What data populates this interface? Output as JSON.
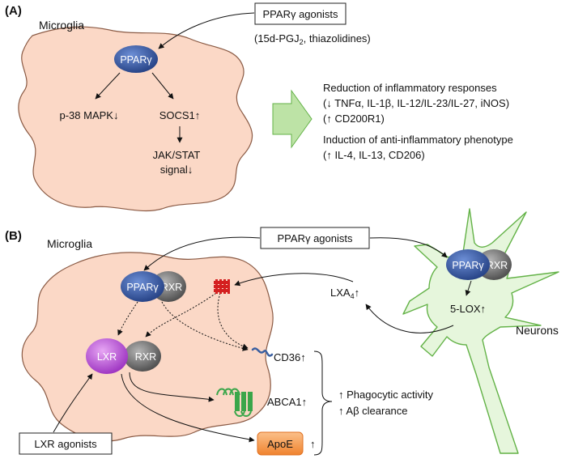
{
  "panel_a": {
    "label": "(A)",
    "cell_label": "Microglia",
    "receptor": "PPARγ",
    "agonist_box": "PPARγ agonists",
    "agonist_examples_pre": "(15d-PGJ",
    "agonist_examples_sub": "2",
    "agonist_examples_post": ", thiazolidines)",
    "left_target": "p-38 MAPK↓",
    "right_target": "SOCS1↑",
    "downstream_line1": "JAK/STAT",
    "downstream_line2": "signal↓",
    "effects": [
      "Reduction of inflammatory responses",
      "(↓ TNFα, IL-1β, IL-12/IL-23/IL-27, iNOS)",
      "(↑ CD200R1)",
      "Induction of anti-inflammatory phenotype",
      "(↑ IL-4, IL-13, CD206)"
    ]
  },
  "panel_b": {
    "label": "(B)",
    "cell_label": "Microglia",
    "agonist_box": "PPARγ agonists",
    "lxr_box": "LXR agonists",
    "pparg": "PPARγ",
    "rxr": "RXR",
    "lxr": "LXR",
    "neuron_pparg": "PPARγ",
    "neuron_rxr": "RXR",
    "lox": "5-LOX↑",
    "lxa_pre": "LXA",
    "lxa_sub": "4",
    "lxa_post": "↑",
    "neurons_label": "Neurons",
    "cd36": "CD36↑",
    "abca1": "ABCA1↑",
    "apoe": "ApoE",
    "apoe_arrow": "↑",
    "outcome_line1": "↑ Phagocytic activity",
    "outcome_line2": "↑ Aβ clearance"
  },
  "colors": {
    "cell_fill": "#fbd8c6",
    "cell_stroke": "#8a5a44",
    "pparg_fill": "#2e4f96",
    "rxr_fill": "#6b6b6b",
    "lxr_fill": "#b84fd6",
    "neuron_fill": "#e6f6dc",
    "neuron_stroke": "#63b247",
    "big_arrow_fill": "#bde3a6",
    "apoe_fill": "#f79646",
    "receptor_red": "#d42020",
    "abca1_green": "#3aa64a",
    "cd36_blue": "#3a5fa0"
  }
}
